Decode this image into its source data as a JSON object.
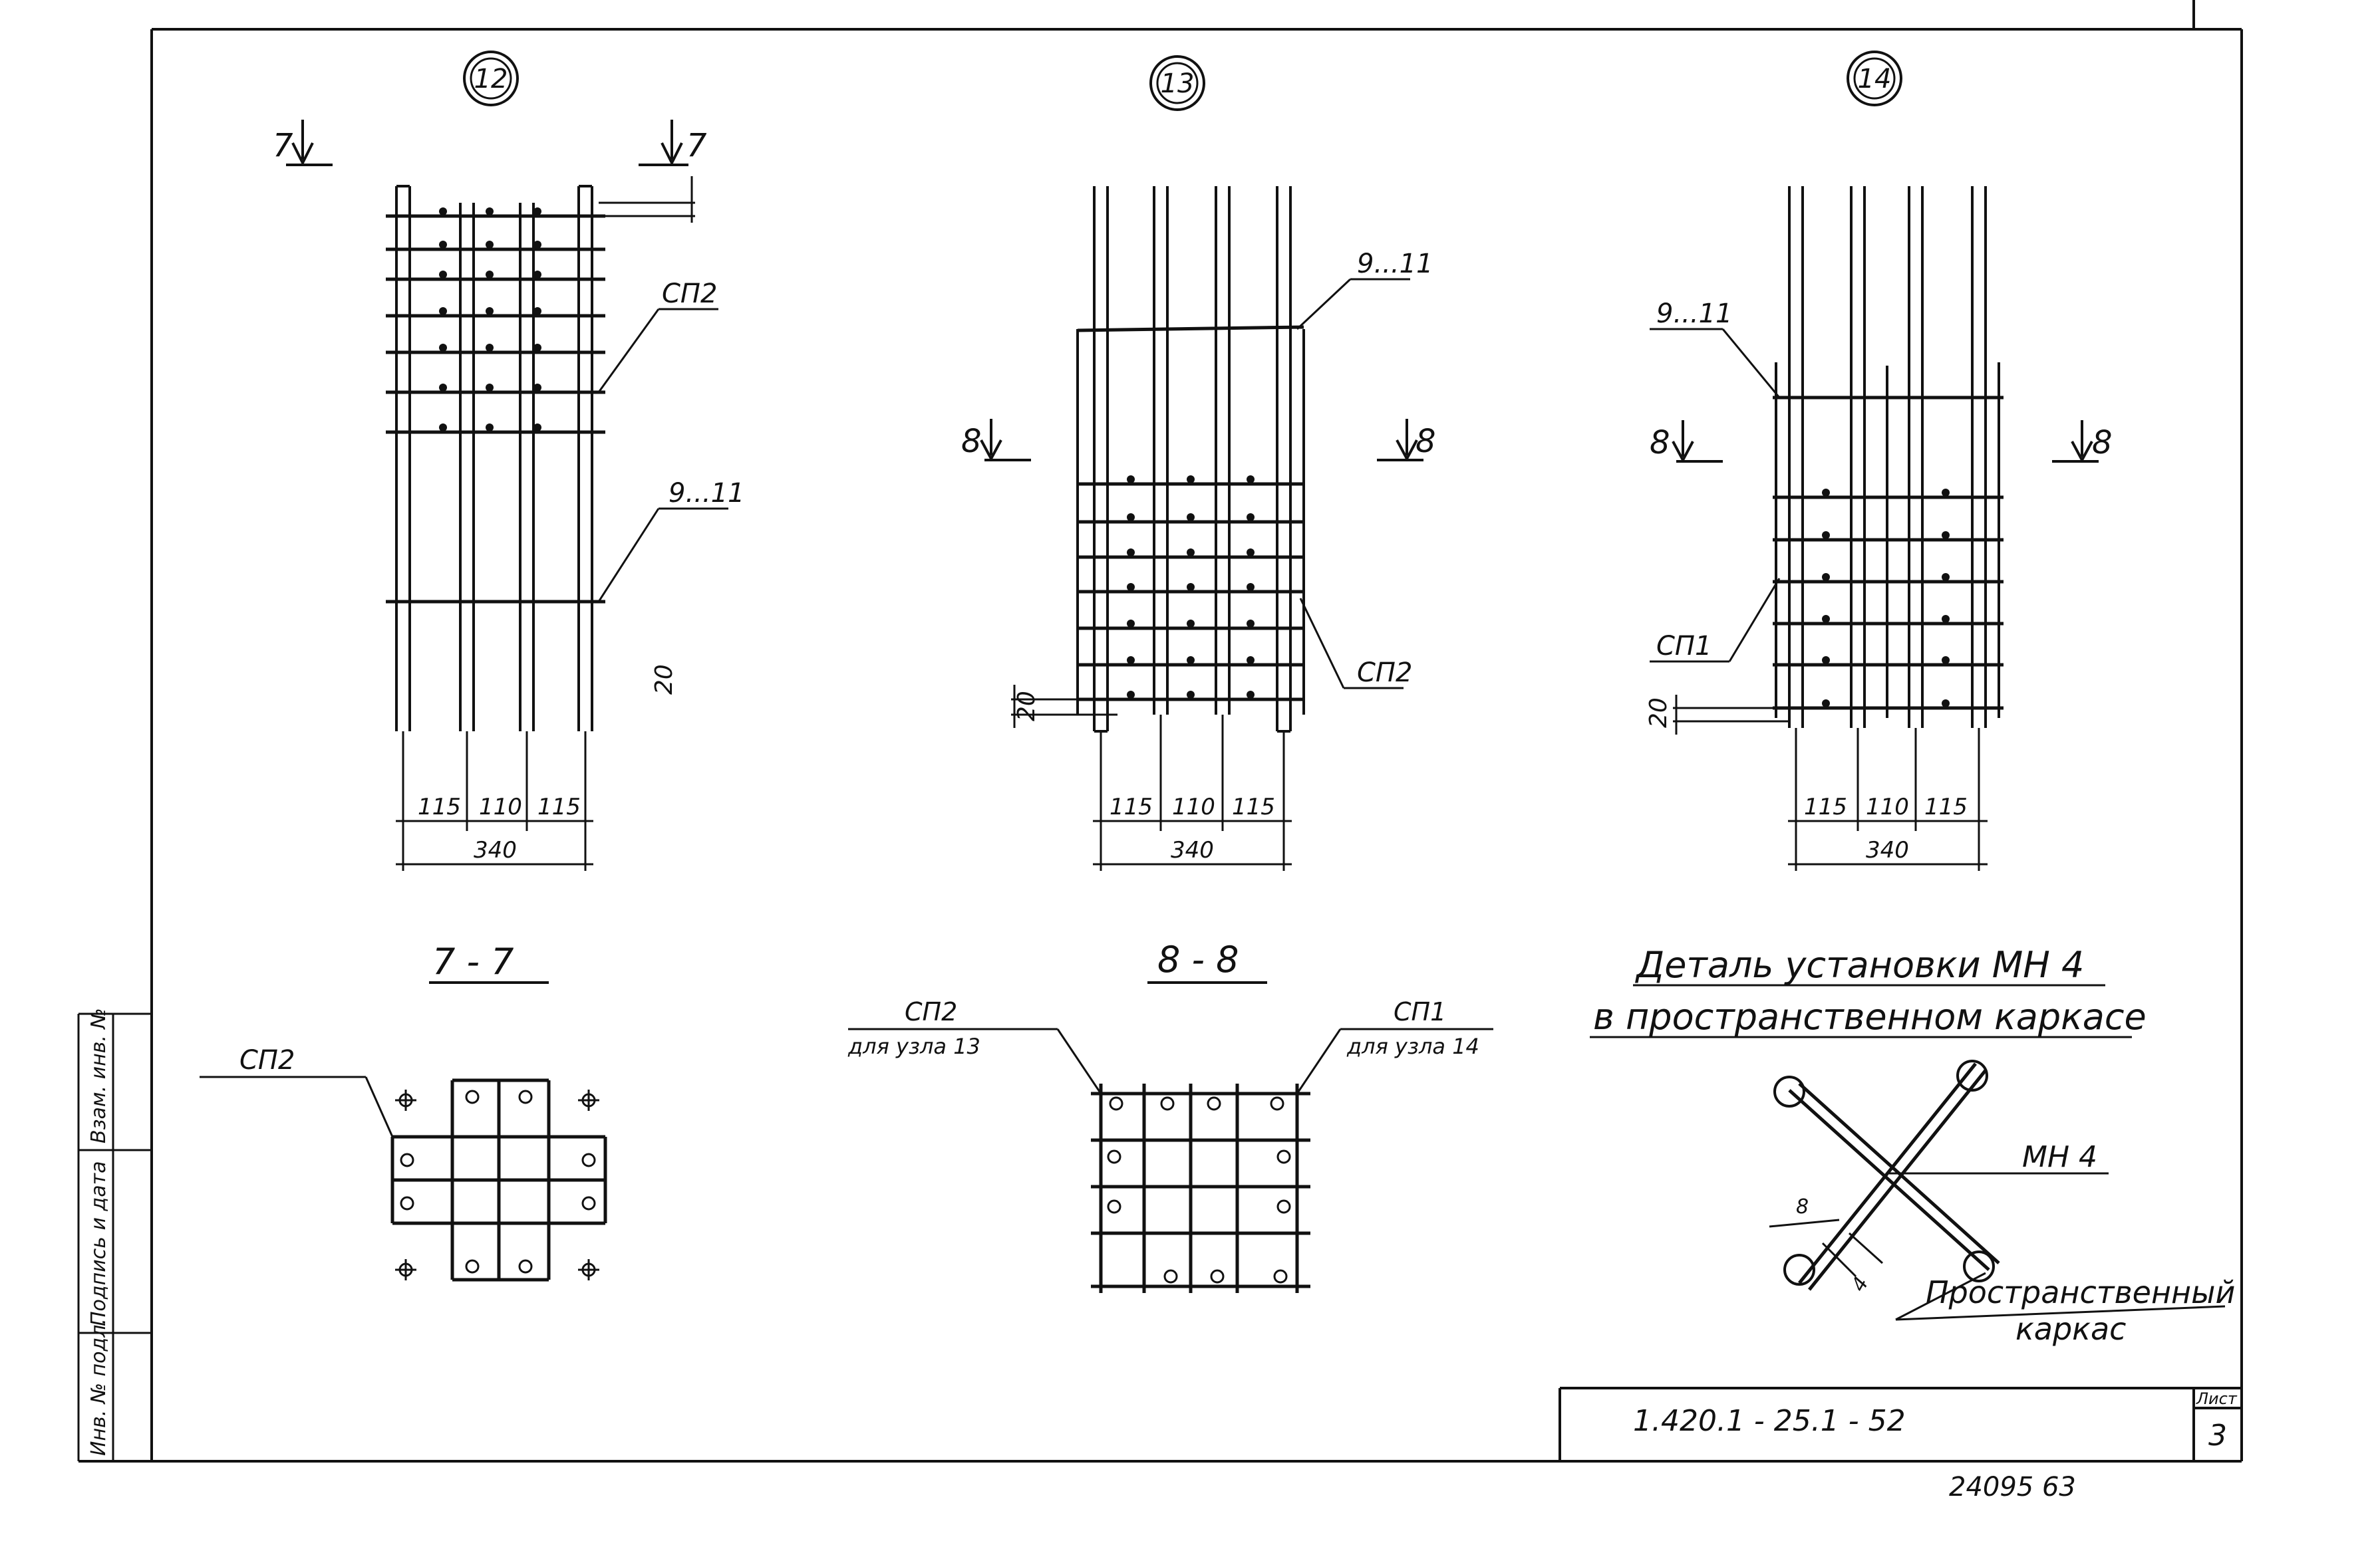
{
  "nodes": {
    "n12": "12",
    "n13": "13",
    "n14": "14"
  },
  "cuts": {
    "c7": "7",
    "c8": "8"
  },
  "labels": {
    "sp1": "СП1",
    "sp2": "СП2",
    "bars": "9...11",
    "offset": "20"
  },
  "dims": {
    "d115": "115",
    "d110": "110",
    "total": "340",
    "d8": "8",
    "d4": "4"
  },
  "sections": {
    "s77": "7 - 7",
    "s88": "8 - 8",
    "for13": "для  узла  13",
    "for14": "для  узла  14"
  },
  "detail": {
    "title_line1": "Деталь  установки   МН 4",
    "title_line2": "в  пространственном    каркасе",
    "mn4": "МН 4",
    "frame_line1": "Пространственный",
    "frame_line2": "каркас"
  },
  "side_stamp": {
    "col1": "Инв. № подл.",
    "col2": "Подпись и дата",
    "col3": "Взам. инв. №"
  },
  "title_block": {
    "code": "1.420.1  - 25.1 - 52",
    "sheet_label": "Лист",
    "sheet_number": "3"
  },
  "bottom_number": "24095  63"
}
